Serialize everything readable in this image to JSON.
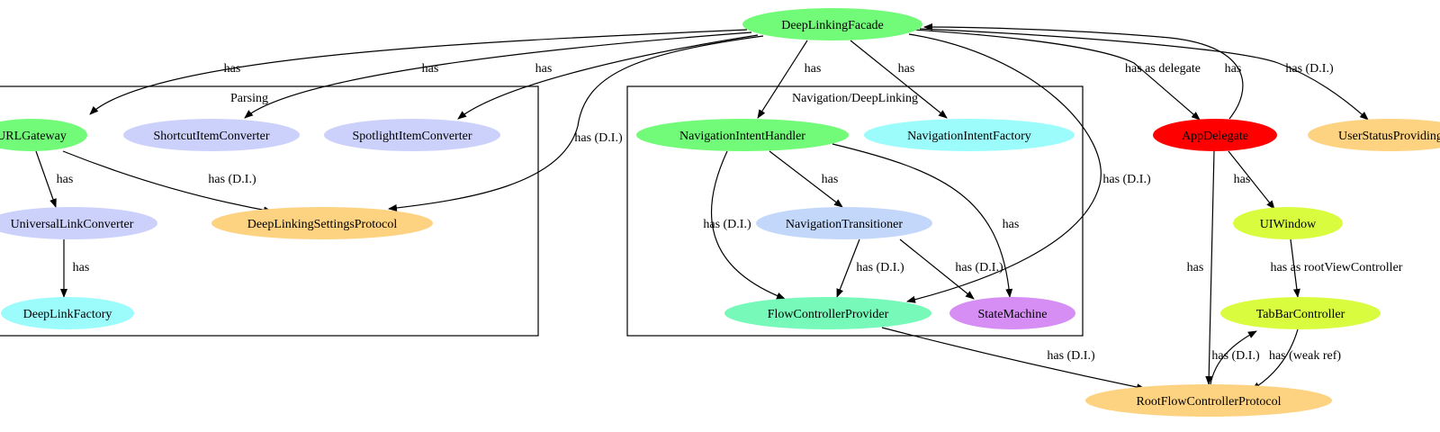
{
  "clusters": [
    {
      "id": "parsing",
      "label": "Parsing"
    },
    {
      "id": "navigation",
      "label": "Navigation/DeepLinking"
    }
  ],
  "nodes": [
    {
      "id": "facade",
      "label": "DeepLinkingFacade",
      "color": "#72fb78"
    },
    {
      "id": "urlgateway",
      "label": "URLGateway",
      "color": "#72fb78"
    },
    {
      "id": "shortcut",
      "label": "ShortcutItemConverter",
      "color": "#ccd1fb"
    },
    {
      "id": "spotlight",
      "label": "SpotlightItemConverter",
      "color": "#ccd1fb"
    },
    {
      "id": "universal",
      "label": "UniversalLinkConverter",
      "color": "#ccd1fb"
    },
    {
      "id": "settings",
      "label": "DeepLinkingSettingsProtocol",
      "color": "#fdd280"
    },
    {
      "id": "deeplinkfactory",
      "label": "DeepLinkFactory",
      "color": "#9cfcfc"
    },
    {
      "id": "nih",
      "label": "NavigationIntentHandler",
      "color": "#72fb78"
    },
    {
      "id": "nif",
      "label": "NavigationIntentFactory",
      "color": "#9cfcfc"
    },
    {
      "id": "transitioner",
      "label": "NavigationTransitioner",
      "color": "#c3d7fa"
    },
    {
      "id": "fcp",
      "label": "FlowControllerProvider",
      "color": "#76f9b9"
    },
    {
      "id": "statemachine",
      "label": "StateMachine",
      "color": "#d68ef5"
    },
    {
      "id": "appdelegate",
      "label": "AppDelegate",
      "color": "#ff0000"
    },
    {
      "id": "userstatus",
      "label": "UserStatusProviding",
      "color": "#fdd280"
    },
    {
      "id": "uiwindow",
      "label": "UIWindow",
      "color": "#dafc3f"
    },
    {
      "id": "tabbar",
      "label": "TabBarController",
      "color": "#dafc3f"
    },
    {
      "id": "rootflow",
      "label": "RootFlowControllerProtocol",
      "color": "#fdd280"
    }
  ],
  "edges": [
    {
      "from": "facade",
      "to": "urlgateway",
      "label": "has"
    },
    {
      "from": "facade",
      "to": "shortcut",
      "label": "has"
    },
    {
      "from": "facade",
      "to": "spotlight",
      "label": "has"
    },
    {
      "from": "facade",
      "to": "settings",
      "label": "has (D.I.)"
    },
    {
      "from": "facade",
      "to": "nih",
      "label": "has"
    },
    {
      "from": "facade",
      "to": "nif",
      "label": "has"
    },
    {
      "from": "facade",
      "to": "fcp",
      "label": "has (D.I.)"
    },
    {
      "from": "facade",
      "to": "appdelegate",
      "label": "has as delegate"
    },
    {
      "from": "appdelegate",
      "to": "facade",
      "label": "has"
    },
    {
      "from": "facade",
      "to": "userstatus",
      "label": "has (D.I.)"
    },
    {
      "from": "urlgateway",
      "to": "universal",
      "label": "has"
    },
    {
      "from": "urlgateway",
      "to": "settings",
      "label": "has (D.I.)"
    },
    {
      "from": "universal",
      "to": "deeplinkfactory",
      "label": "has"
    },
    {
      "from": "nih",
      "to": "transitioner",
      "label": "has"
    },
    {
      "from": "nih",
      "to": "fcp",
      "label": "has (D.I.)"
    },
    {
      "from": "nih",
      "to": "statemachine",
      "label": "has"
    },
    {
      "from": "transitioner",
      "to": "fcp",
      "label": "has (D.I.)"
    },
    {
      "from": "transitioner",
      "to": "statemachine",
      "label": "has (D.I.)"
    },
    {
      "from": "fcp",
      "to": "rootflow",
      "label": "has (D.I.)"
    },
    {
      "from": "appdelegate",
      "to": "rootflow",
      "label": "has"
    },
    {
      "from": "appdelegate",
      "to": "uiwindow",
      "label": "has"
    },
    {
      "from": "uiwindow",
      "to": "tabbar",
      "label": "has as rootViewController"
    },
    {
      "from": "rootflow",
      "to": "tabbar",
      "label": "has (D.I.)"
    },
    {
      "from": "tabbar",
      "to": "rootflow",
      "label": "has (weak ref)"
    }
  ]
}
